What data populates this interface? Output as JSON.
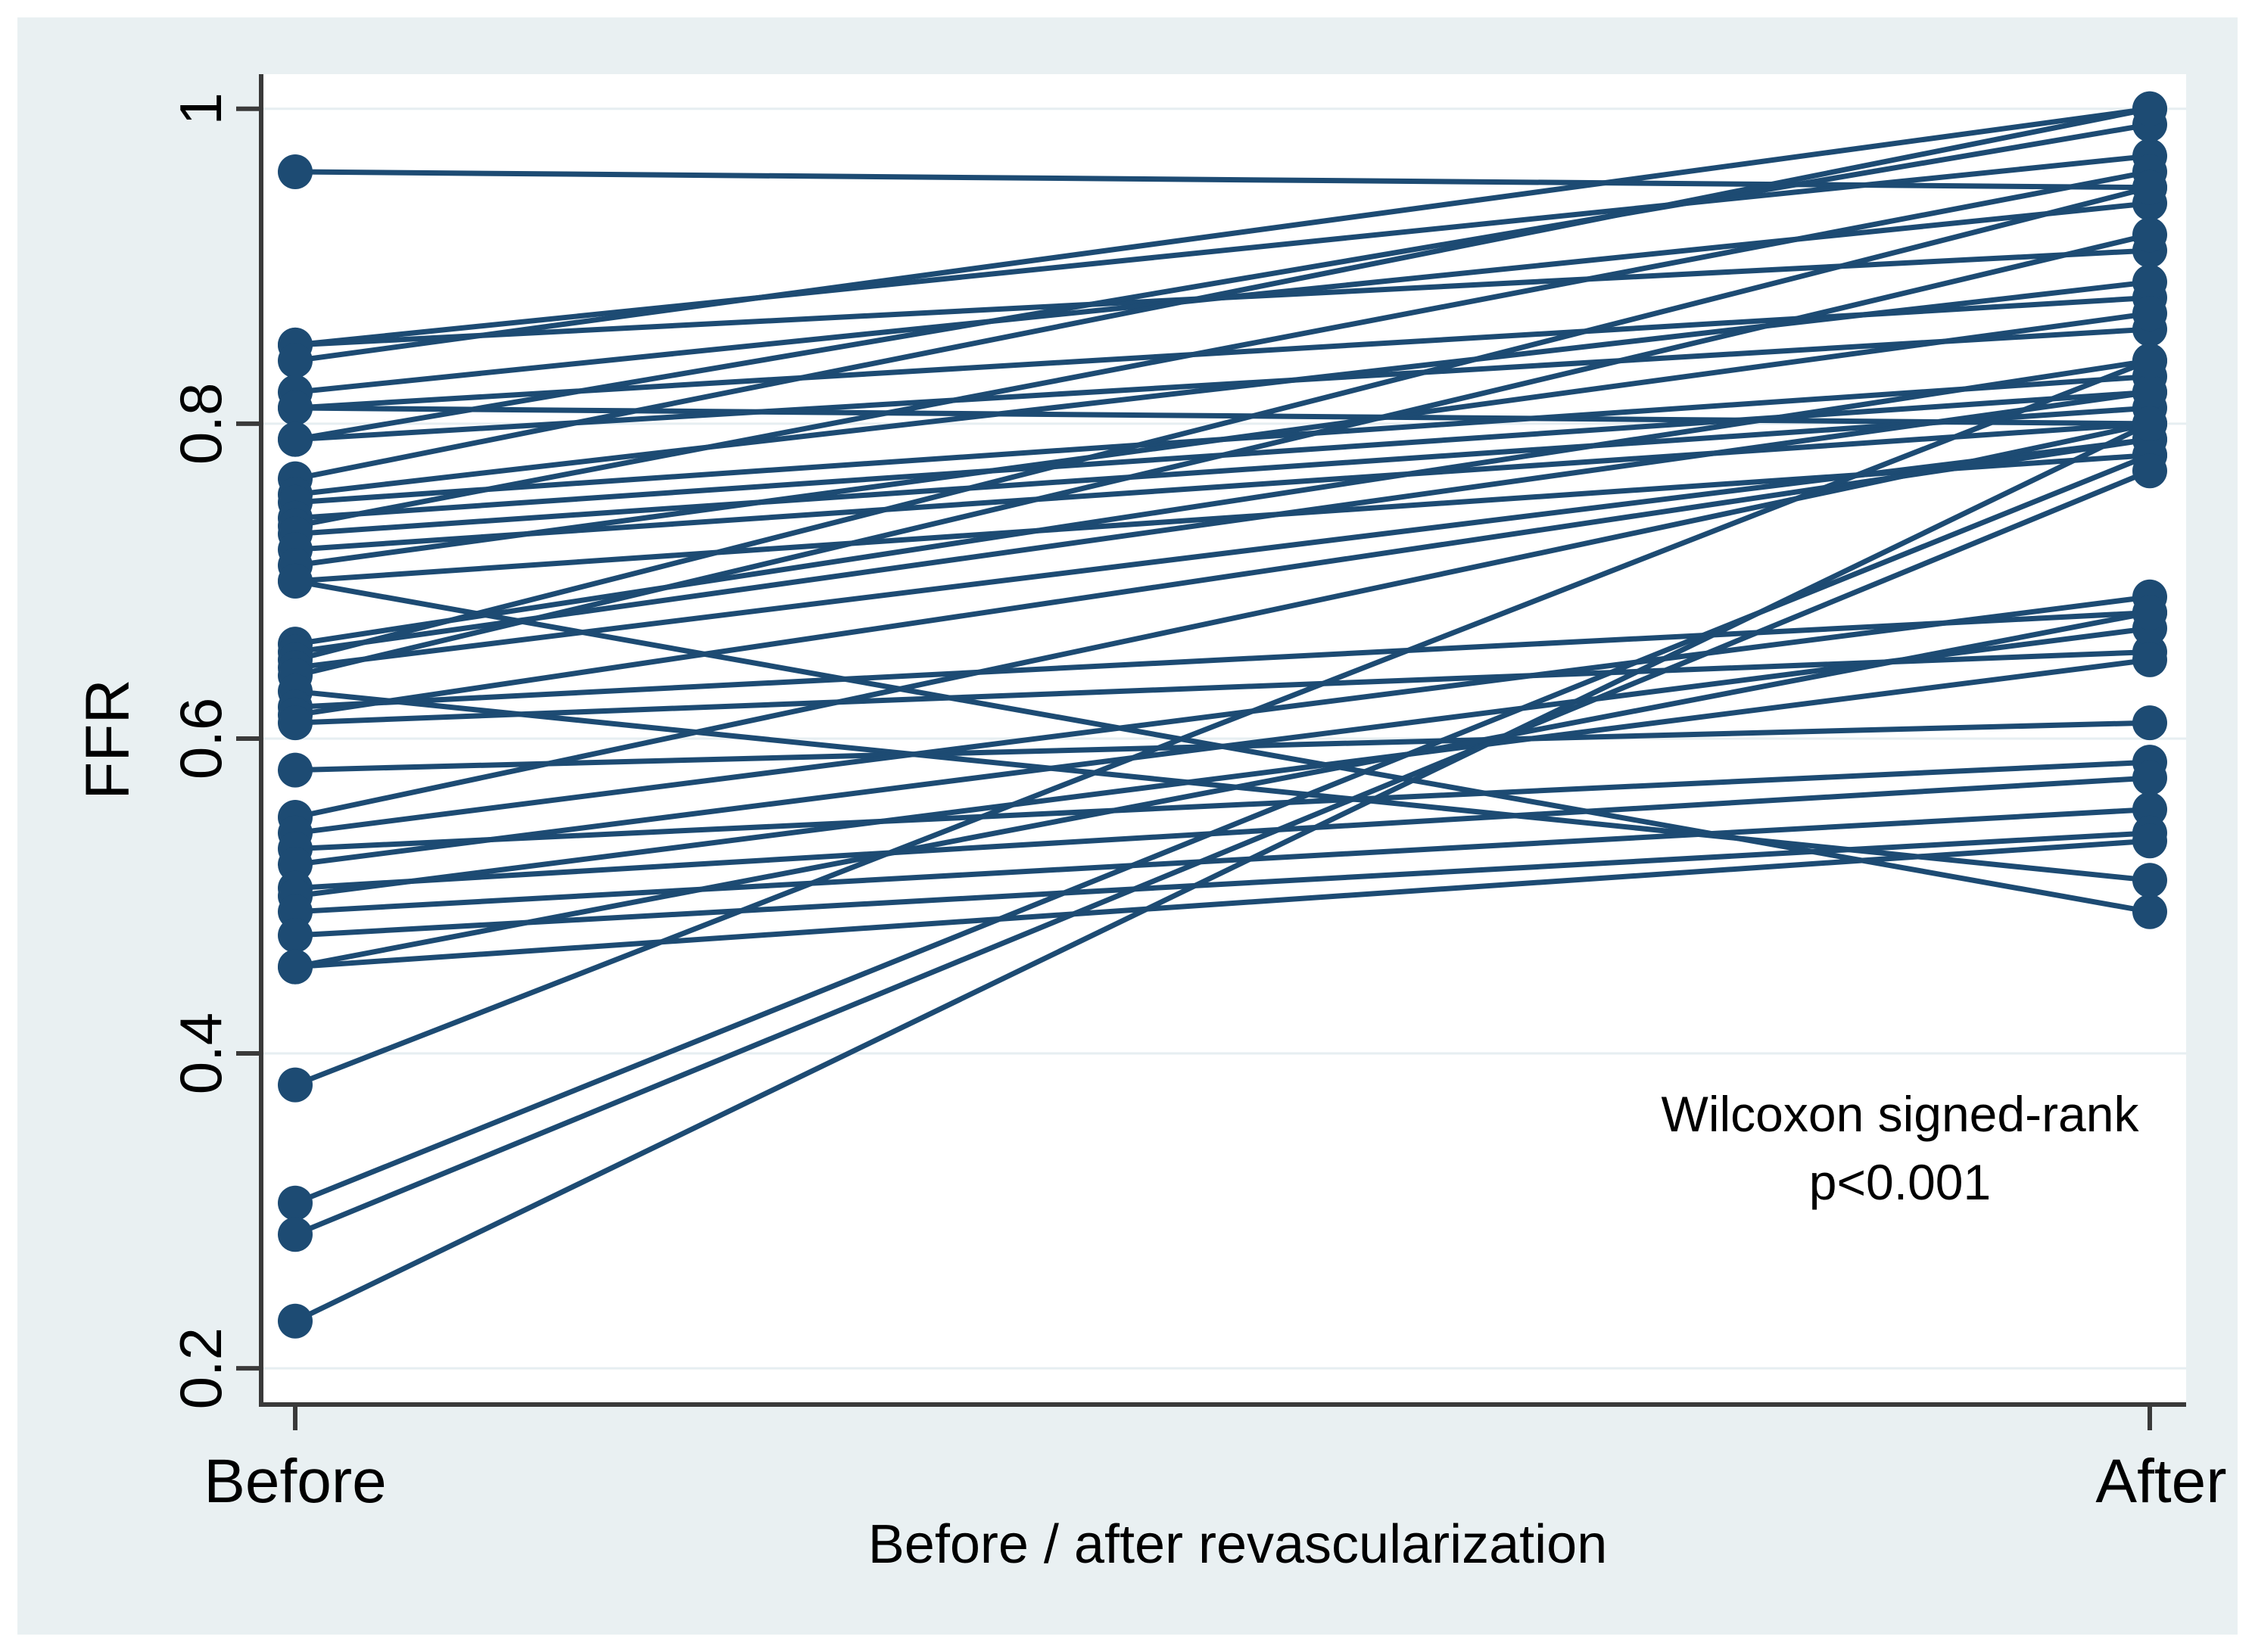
{
  "figure": {
    "background_color": "#e9f0f2",
    "plot_background_color": "#ffffff",
    "axis_color": "#3a3a3a",
    "grid_color": "#e6eef1",
    "marker_color": "#1d4b73"
  },
  "chart_data": {
    "type": "line",
    "subtype": "paired-slope-chart",
    "title": "",
    "xlabel": "Before / after revascularization",
    "ylabel": "FFR",
    "categories": [
      "Before",
      "After"
    ],
    "yticks": [
      1,
      0.8,
      0.6,
      0.4,
      0.2
    ],
    "ytick_labels": [
      "1",
      "0.8",
      "0.6",
      "0.4",
      "0.2"
    ],
    "ylim": [
      0.177,
      1.022
    ],
    "grid": "horizontal",
    "legend": "none",
    "annotation": {
      "line1": "Wilcoxon signed-rank",
      "line2": "p<0.001"
    },
    "pairs": [
      {
        "before": 0.96,
        "after": 0.95
      },
      {
        "before": 0.85,
        "after": 0.97
      },
      {
        "before": 0.85,
        "after": 0.91
      },
      {
        "before": 0.84,
        "after": 1.0
      },
      {
        "before": 0.82,
        "after": 0.94
      },
      {
        "before": 0.81,
        "after": 0.88
      },
      {
        "before": 0.81,
        "after": 0.8
      },
      {
        "before": 0.79,
        "after": 0.99
      },
      {
        "before": 0.79,
        "after": 0.86
      },
      {
        "before": 0.765,
        "after": 1.0
      },
      {
        "before": 0.755,
        "after": 0.89
      },
      {
        "before": 0.75,
        "after": 0.83
      },
      {
        "before": 0.74,
        "after": 0.82
      },
      {
        "before": 0.735,
        "after": 0.96
      },
      {
        "before": 0.73,
        "after": 0.81
      },
      {
        "before": 0.72,
        "after": 0.8
      },
      {
        "before": 0.71,
        "after": 0.87
      },
      {
        "before": 0.7,
        "after": 0.78
      },
      {
        "before": 0.7,
        "after": 0.49
      },
      {
        "before": 0.66,
        "after": 0.84
      },
      {
        "before": 0.655,
        "after": 0.82
      },
      {
        "before": 0.65,
        "after": 0.95
      },
      {
        "before": 0.645,
        "after": 0.79
      },
      {
        "before": 0.64,
        "after": 0.92
      },
      {
        "before": 0.63,
        "after": 0.51
      },
      {
        "before": 0.62,
        "after": 0.68
      },
      {
        "before": 0.615,
        "after": 0.79
      },
      {
        "before": 0.61,
        "after": 0.655
      },
      {
        "before": 0.58,
        "after": 0.61
      },
      {
        "before": 0.55,
        "after": 0.8
      },
      {
        "before": 0.54,
        "after": 0.69
      },
      {
        "before": 0.53,
        "after": 0.585
      },
      {
        "before": 0.52,
        "after": 0.67
      },
      {
        "before": 0.505,
        "after": 0.575
      },
      {
        "before": 0.5,
        "after": 0.65
      },
      {
        "before": 0.49,
        "after": 0.555
      },
      {
        "before": 0.475,
        "after": 0.54
      },
      {
        "before": 0.455,
        "after": 0.68
      },
      {
        "before": 0.455,
        "after": 0.535
      },
      {
        "before": 0.38,
        "after": 0.84
      },
      {
        "before": 0.305,
        "after": 0.78
      },
      {
        "before": 0.285,
        "after": 0.77
      },
      {
        "before": 0.23,
        "after": 0.8
      }
    ]
  }
}
